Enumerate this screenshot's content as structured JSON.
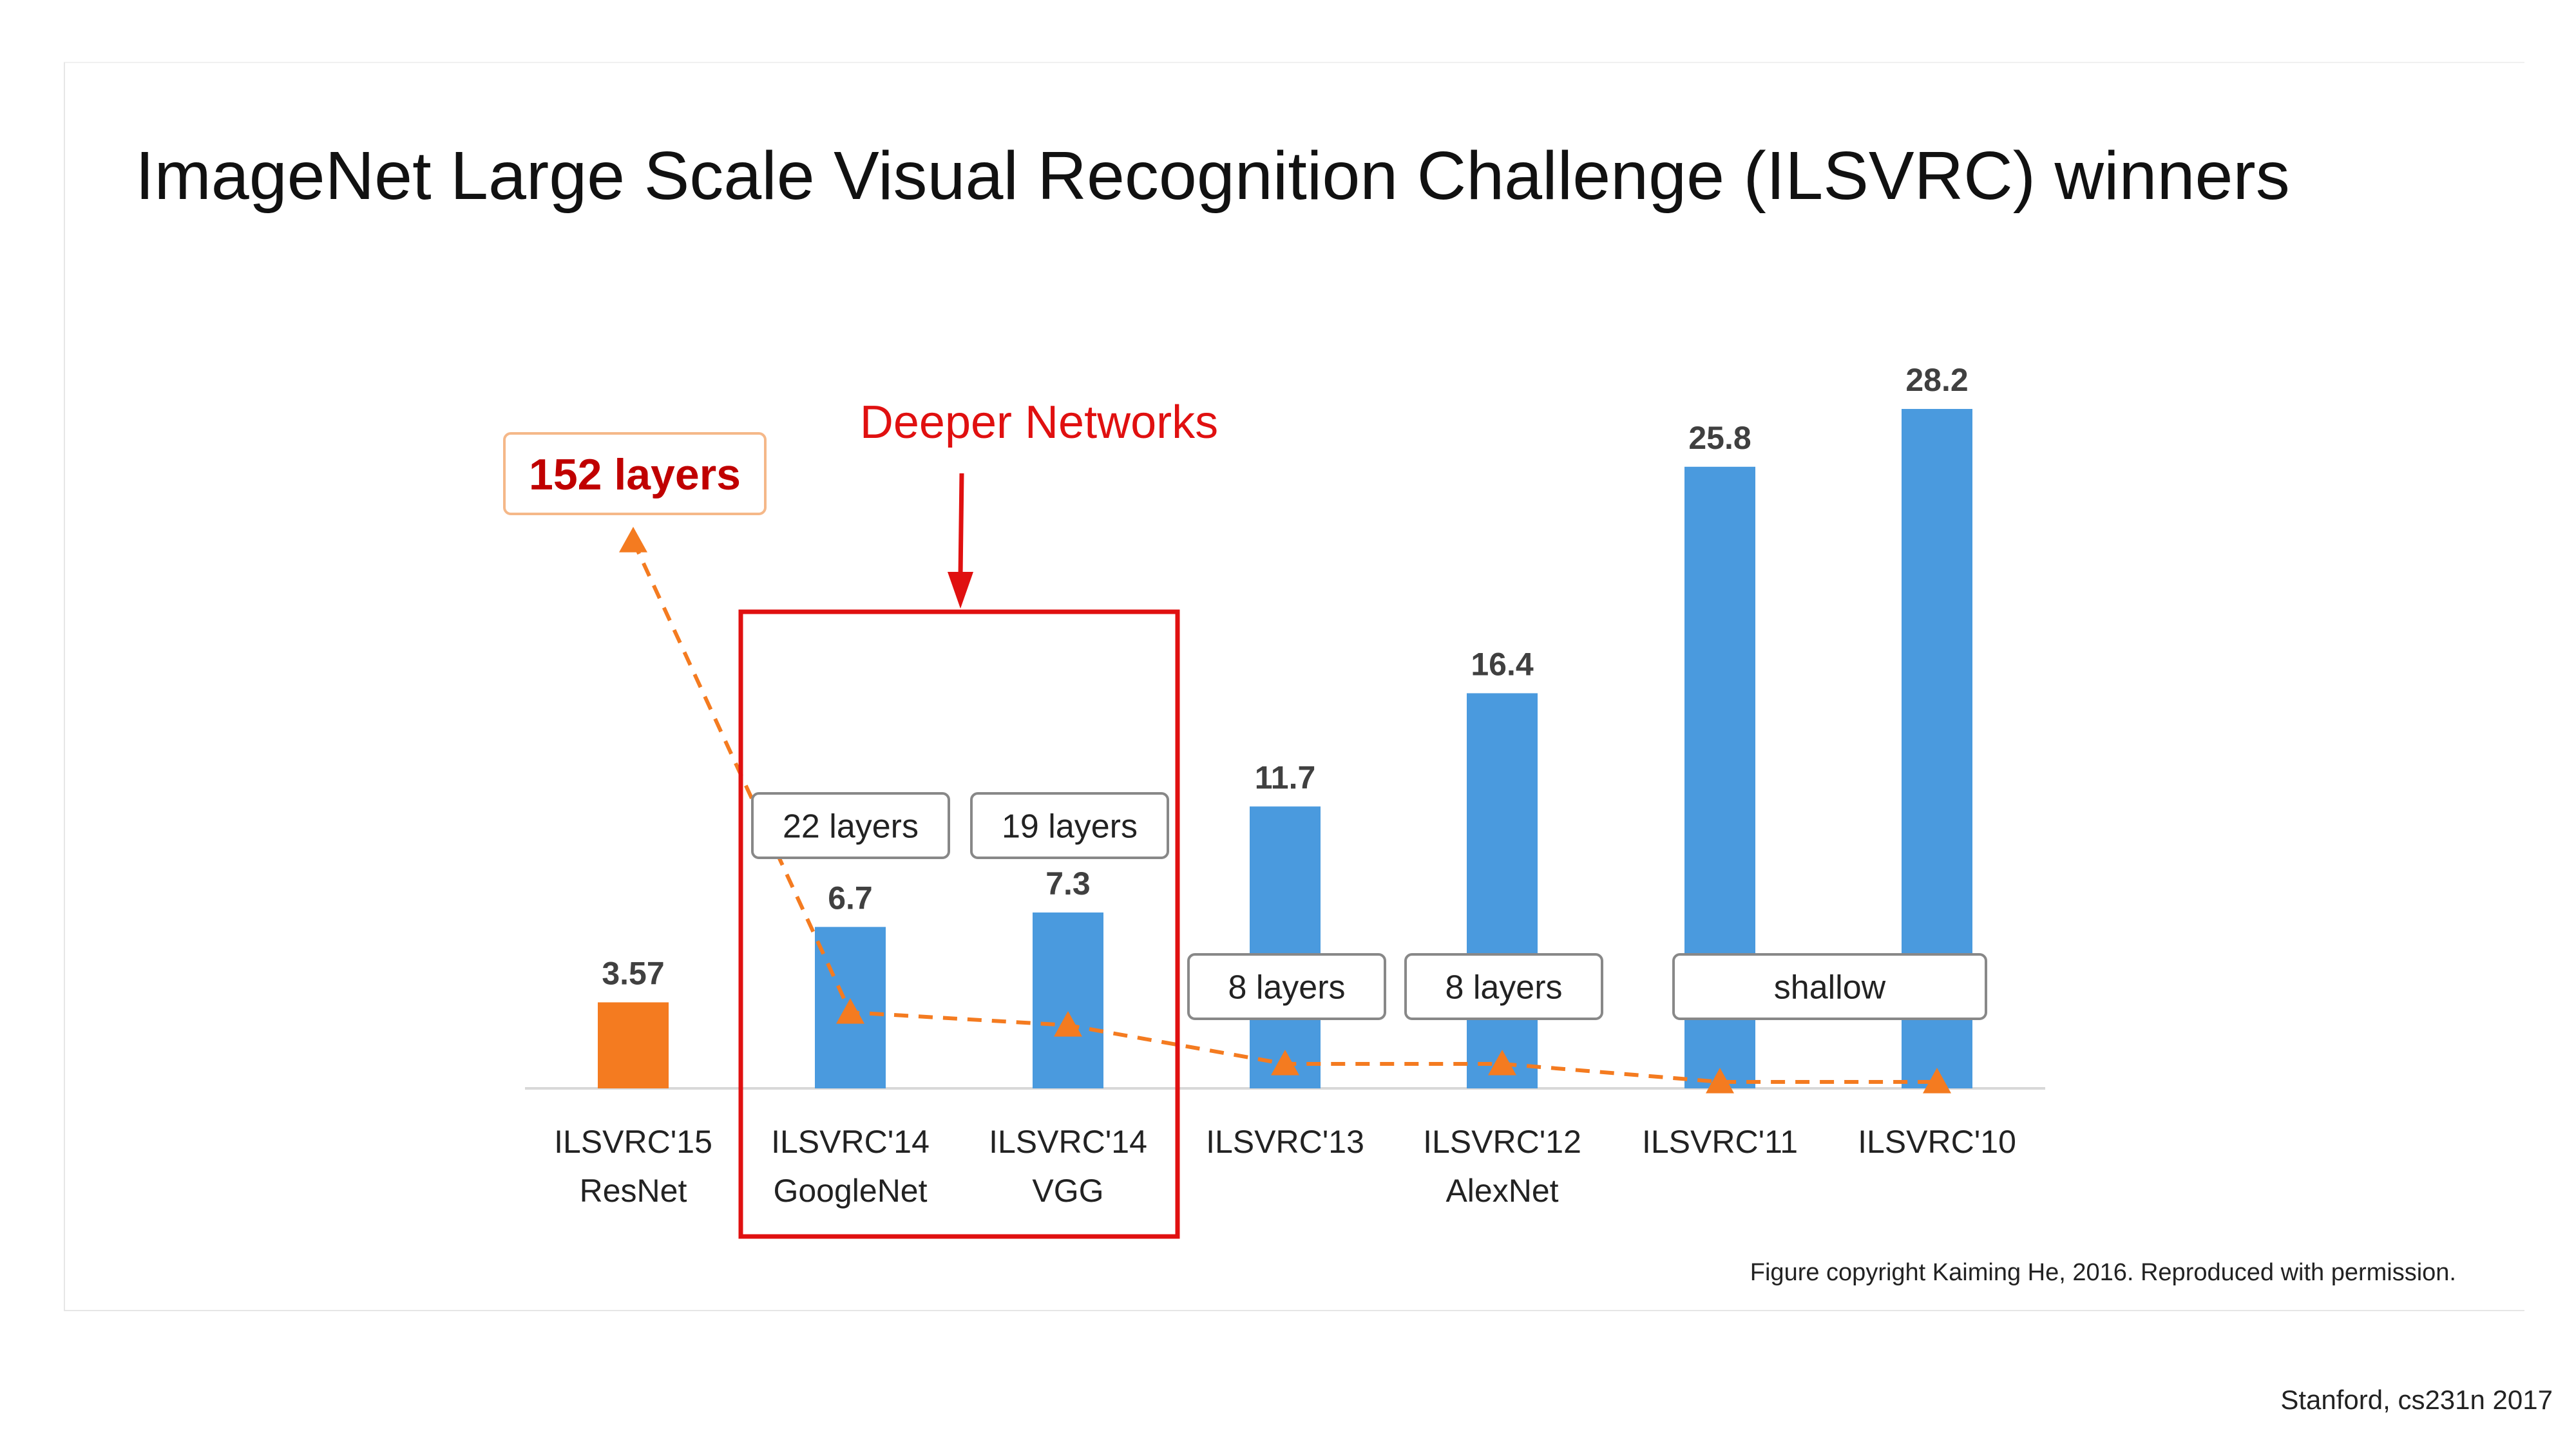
{
  "slide": {
    "title": "ImageNet Large Scale Visual Recognition Challenge (ILSVRC) winners",
    "copyright": "Figure copyright Kaiming He, 2016. Reproduced with permission.",
    "course_label": "Stanford, cs231n 2017"
  },
  "chart_data": {
    "type": "bar",
    "categories": [
      [
        "ILSVRC'15",
        "ResNet"
      ],
      [
        "ILSVRC'14",
        "GoogleNet"
      ],
      [
        "ILSVRC'14",
        "VGG"
      ],
      [
        "ILSVRC'13"
      ],
      [
        "ILSVRC'12",
        "AlexNet"
      ],
      [
        "ILSVRC'11"
      ],
      [
        "ILSVRC'10"
      ]
    ],
    "values": [
      3.57,
      6.7,
      7.3,
      11.7,
      16.4,
      25.8,
      28.2
    ],
    "value_labels": [
      "3.57",
      "6.7",
      "7.3",
      "11.7",
      "16.4",
      "25.8",
      "28.2"
    ],
    "bar_colors": [
      "#f47b20",
      "#4a9ade",
      "#4a9ade",
      "#4a9ade",
      "#4a9ade",
      "#4a9ade",
      "#4a9ade"
    ],
    "ylim": [
      0,
      28.2
    ],
    "grid": false,
    "depth_trend": {
      "type": "line",
      "style": "dashed",
      "marker": "triangle",
      "color": "#f47b20",
      "layers": [
        152,
        22,
        19,
        8,
        8,
        null,
        null
      ]
    },
    "layer_labels": [
      {
        "text": "152 layers",
        "categories": [
          0
        ],
        "color": "#c00000"
      },
      {
        "text": "22 layers",
        "categories": [
          1
        ]
      },
      {
        "text": "19 layers",
        "categories": [
          2
        ]
      },
      {
        "text": "8 layers",
        "categories": [
          3
        ]
      },
      {
        "text": "8 layers",
        "categories": [
          4
        ]
      },
      {
        "text": "shallow",
        "categories": [
          5,
          6
        ]
      }
    ],
    "highlight": {
      "label": "Deeper Networks",
      "categories": [
        1,
        2
      ],
      "color": "#e01010"
    }
  }
}
